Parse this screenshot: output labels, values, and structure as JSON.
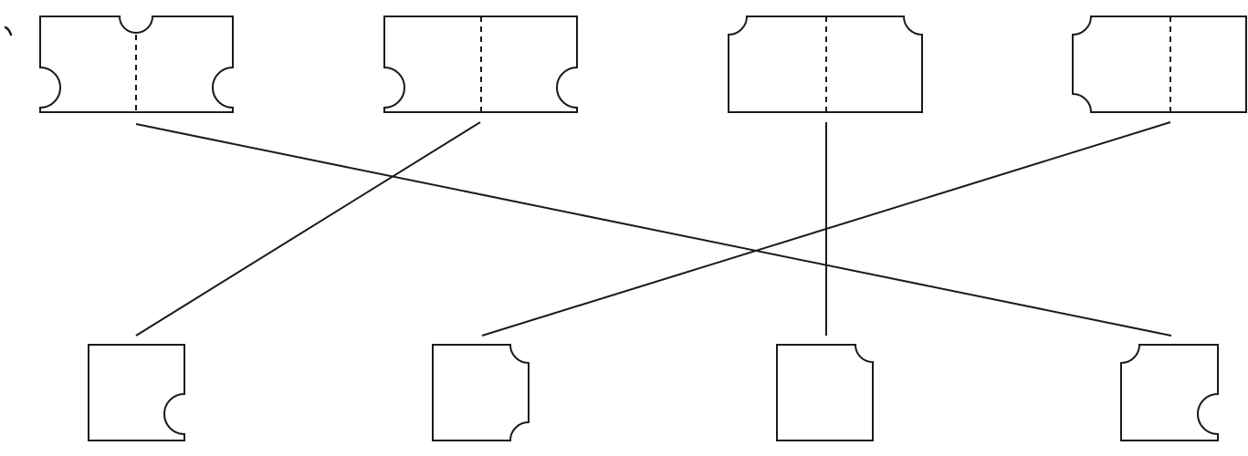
{
  "diagram": {
    "type": "matching",
    "description_visible_text": "",
    "colors": {
      "stroke": "#1a1a1a",
      "background": "#ffffff"
    },
    "top_shapes": [
      {
        "id": "top-1",
        "fold": "dashed",
        "notches": [
          "top-middle",
          "left-lower-half",
          "right-lower-half"
        ]
      },
      {
        "id": "top-2",
        "fold": "dashed",
        "notches": [
          "left-lower-half",
          "right-lower-half"
        ]
      },
      {
        "id": "top-3",
        "fold": "dashed",
        "notches": [
          "top-left-corner",
          "top-right-corner"
        ]
      },
      {
        "id": "top-4",
        "fold": "dashed",
        "notches": [
          "top-left-corner",
          "bottom-left-corner"
        ]
      }
    ],
    "bottom_shapes": [
      {
        "id": "bottom-1",
        "notches": [
          "right-lower-half"
        ]
      },
      {
        "id": "bottom-2",
        "notches": [
          "top-right-corner",
          "bottom-right-corner"
        ]
      },
      {
        "id": "bottom-3",
        "notches": [
          "top-right-corner"
        ]
      },
      {
        "id": "bottom-4",
        "notches": [
          "top-left-corner",
          "right-lower-half"
        ]
      }
    ],
    "connections": [
      {
        "from": "top-1",
        "to": "bottom-4"
      },
      {
        "from": "top-2",
        "to": "bottom-1"
      },
      {
        "from": "top-3",
        "to": "bottom-3"
      },
      {
        "from": "top-4",
        "to": "bottom-2"
      }
    ]
  }
}
